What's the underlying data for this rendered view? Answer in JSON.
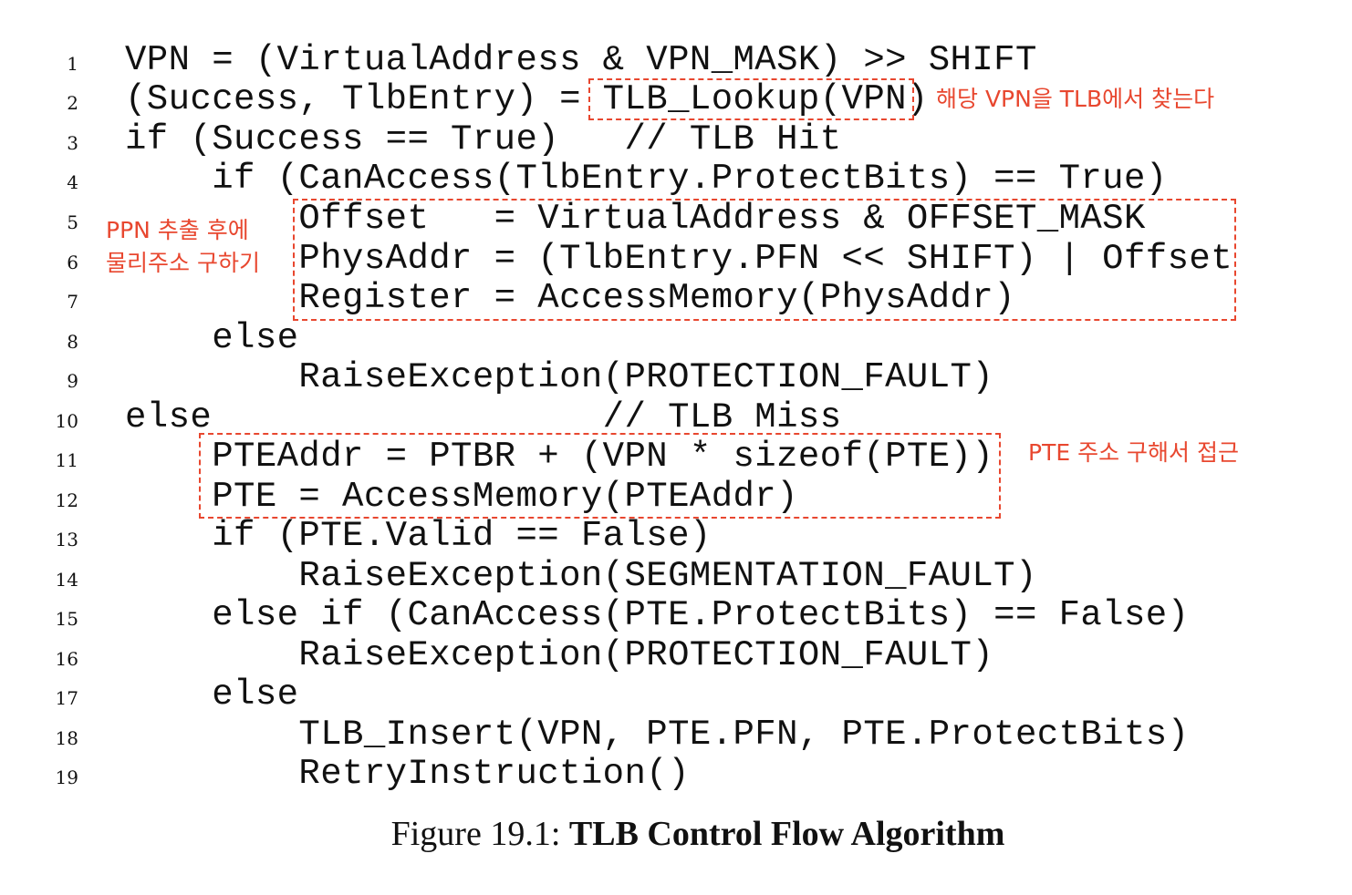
{
  "code_lines": [
    {
      "num": "1",
      "text": "VPN = (VirtualAddress & VPN_MASK) >> SHIFT"
    },
    {
      "num": "2",
      "text": "(Success, TlbEntry) = TLB_Lookup(VPN)"
    },
    {
      "num": "3",
      "text": "if (Success == True)   // TLB Hit"
    },
    {
      "num": "4",
      "text": "    if (CanAccess(TlbEntry.ProtectBits) == True)"
    },
    {
      "num": "5",
      "text": "        Offset   = VirtualAddress & OFFSET_MASK"
    },
    {
      "num": "6",
      "text": "        PhysAddr = (TlbEntry.PFN << SHIFT) | Offset"
    },
    {
      "num": "7",
      "text": "        Register = AccessMemory(PhysAddr)"
    },
    {
      "num": "8",
      "text": "    else"
    },
    {
      "num": "9",
      "text": "        RaiseException(PROTECTION_FAULT)"
    },
    {
      "num": "10",
      "text": "else                  // TLB Miss"
    },
    {
      "num": "11",
      "text": "    PTEAddr = PTBR + (VPN * sizeof(PTE))"
    },
    {
      "num": "12",
      "text": "    PTE = AccessMemory(PTEAddr)"
    },
    {
      "num": "13",
      "text": "    if (PTE.Valid == False)"
    },
    {
      "num": "14",
      "text": "        RaiseException(SEGMENTATION_FAULT)"
    },
    {
      "num": "15",
      "text": "    else if (CanAccess(PTE.ProtectBits) == False)"
    },
    {
      "num": "16",
      "text": "        RaiseException(PROTECTION_FAULT)"
    },
    {
      "num": "17",
      "text": "    else"
    },
    {
      "num": "18",
      "text": "        TLB_Insert(VPN, PTE.PFN, PTE.ProtectBits)"
    },
    {
      "num": "19",
      "text": "        RetryInstruction()"
    }
  ],
  "annotations": {
    "tlb_lookup_note": "해당 VPN을 TLB에서 찾는다",
    "ppn_note_line1": "PPN 추출 후에",
    "ppn_note_line2": "물리주소 구하기",
    "pte_note": "PTE 주소 구해서 접근"
  },
  "caption": {
    "prefix": "Figure 19.1: ",
    "title": "TLB Control Flow Algorithm"
  },
  "colors": {
    "annotation": "#e8472f",
    "text": "#111111"
  }
}
